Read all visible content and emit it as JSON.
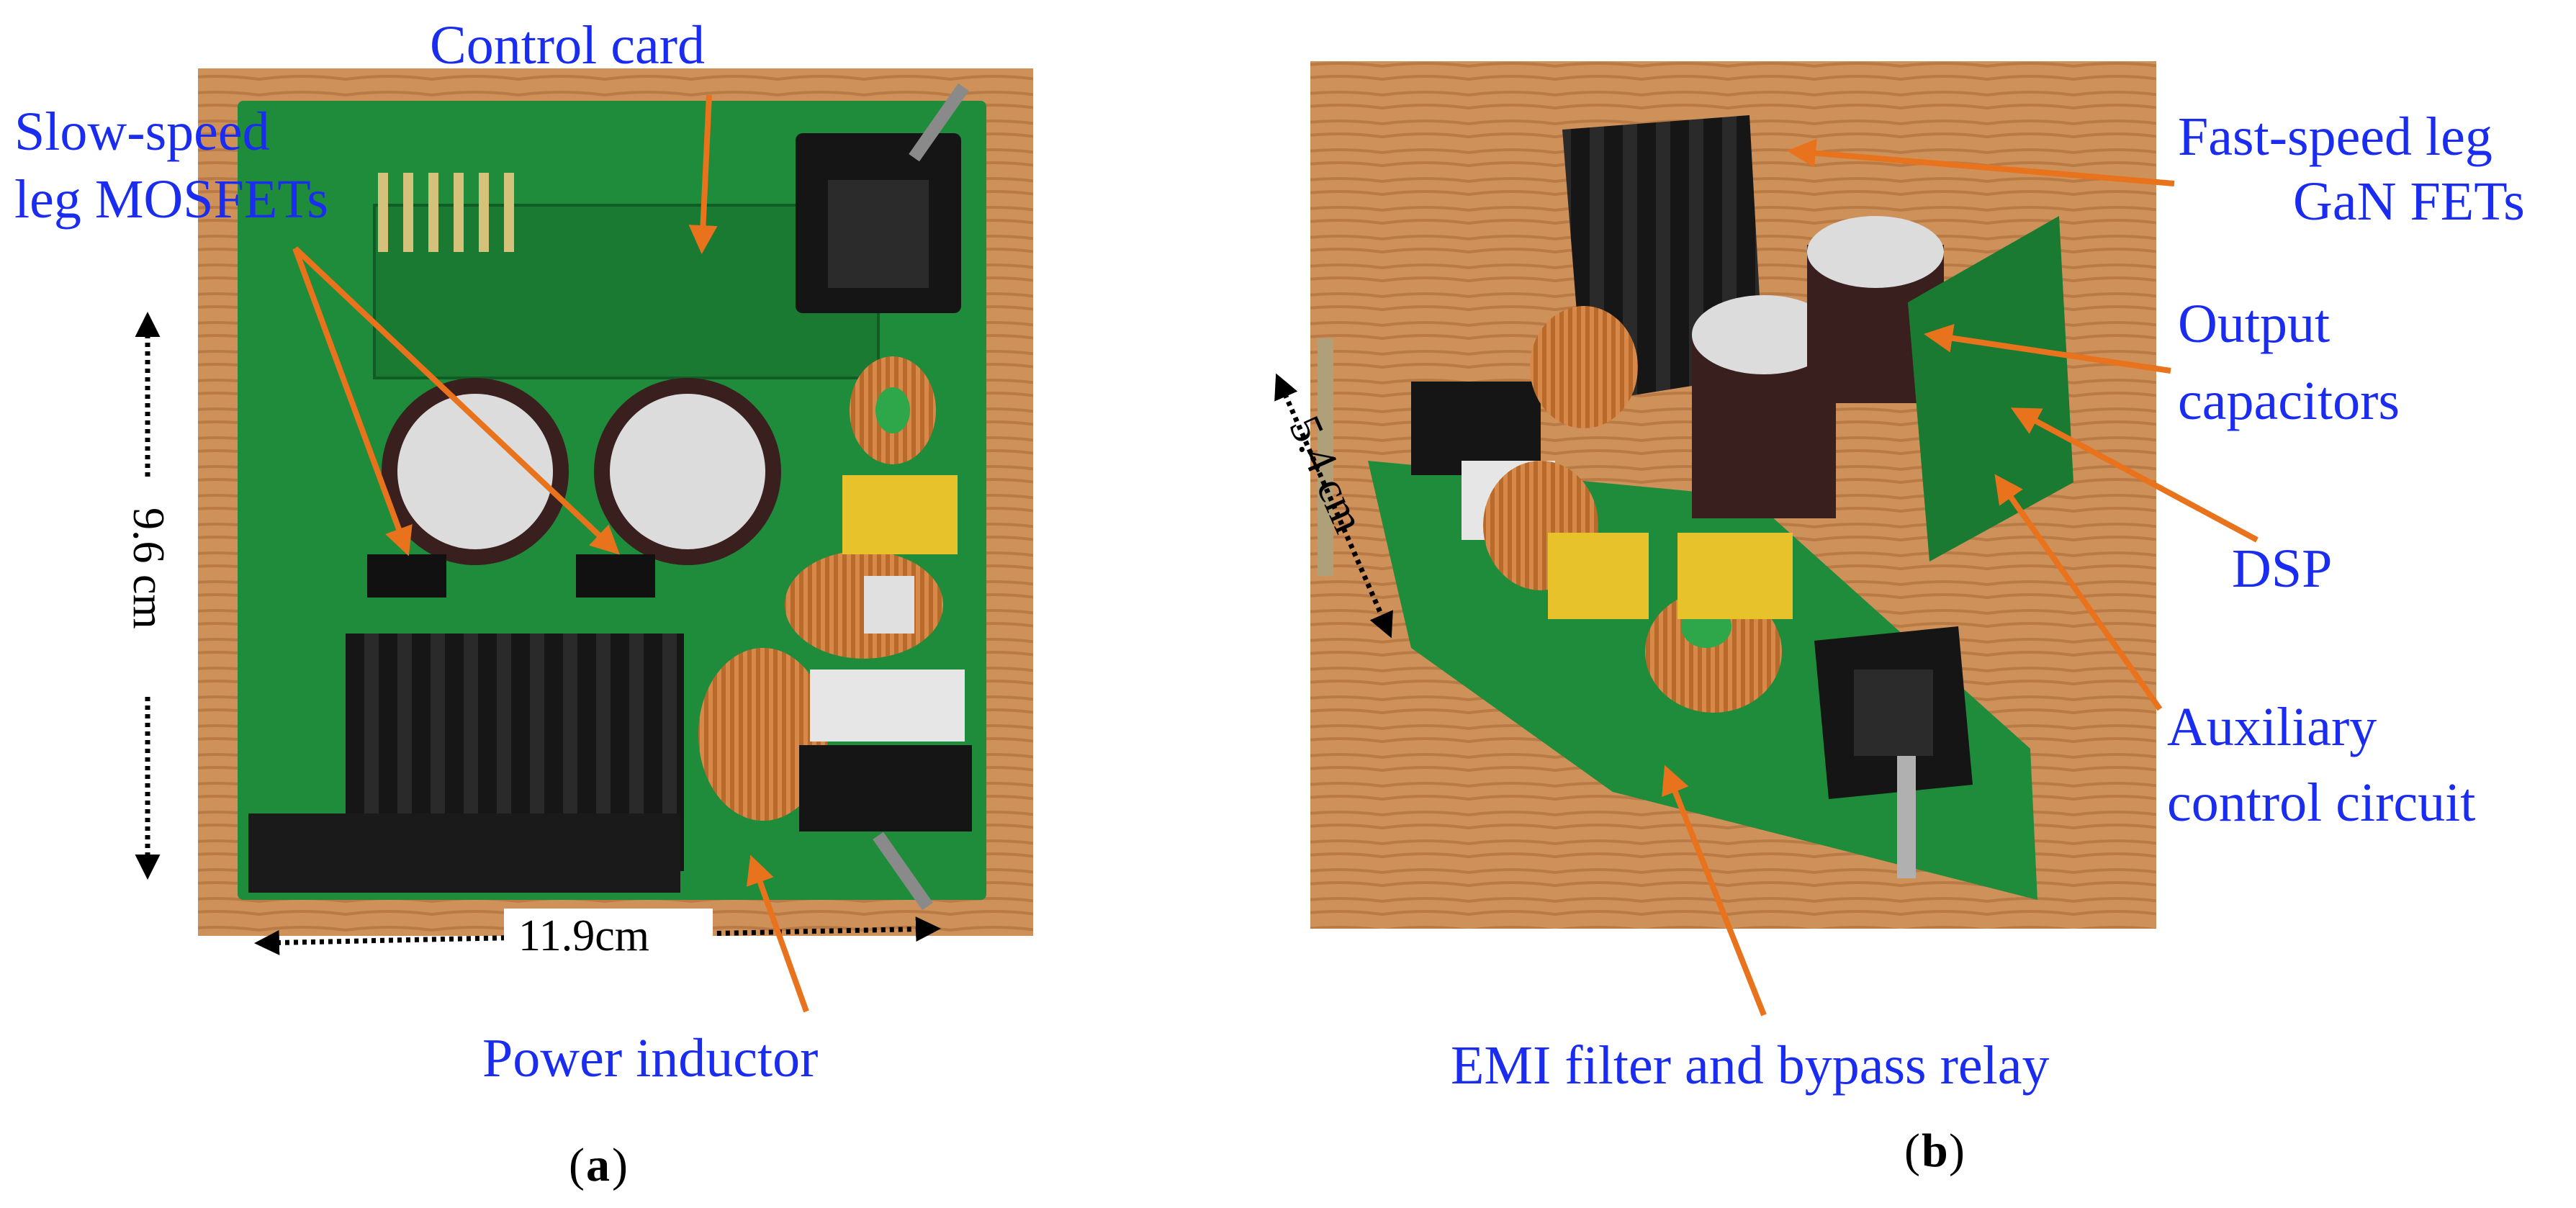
{
  "panel_a": {
    "labels": {
      "control_card": "Control card",
      "slow_leg_line1": "Slow-speed",
      "slow_leg_line2": "leg MOSFETs",
      "power_inductor": "Power inductor"
    },
    "dimensions": {
      "height": "9.6 cm",
      "width": "11.9cm"
    },
    "caption_letter": "a"
  },
  "panel_b": {
    "labels": {
      "fast_leg_line1": "Fast-speed leg",
      "fast_leg_line2": "GaN FETs",
      "output_caps_line1": "Output",
      "output_caps_line2": "capacitors",
      "dsp": "DSP",
      "aux_line1": "Auxiliary",
      "aux_line2": "control circuit",
      "emi": "EMI filter and bypass relay"
    },
    "dimensions": {
      "height": "5.4 cm"
    },
    "caption_letter": "b"
  },
  "colors": {
    "label_blue": "#1a2cf0",
    "arrow_orange": "#e8731c",
    "pcb_green": "#1e8a3a",
    "wood": "#c98a52"
  }
}
